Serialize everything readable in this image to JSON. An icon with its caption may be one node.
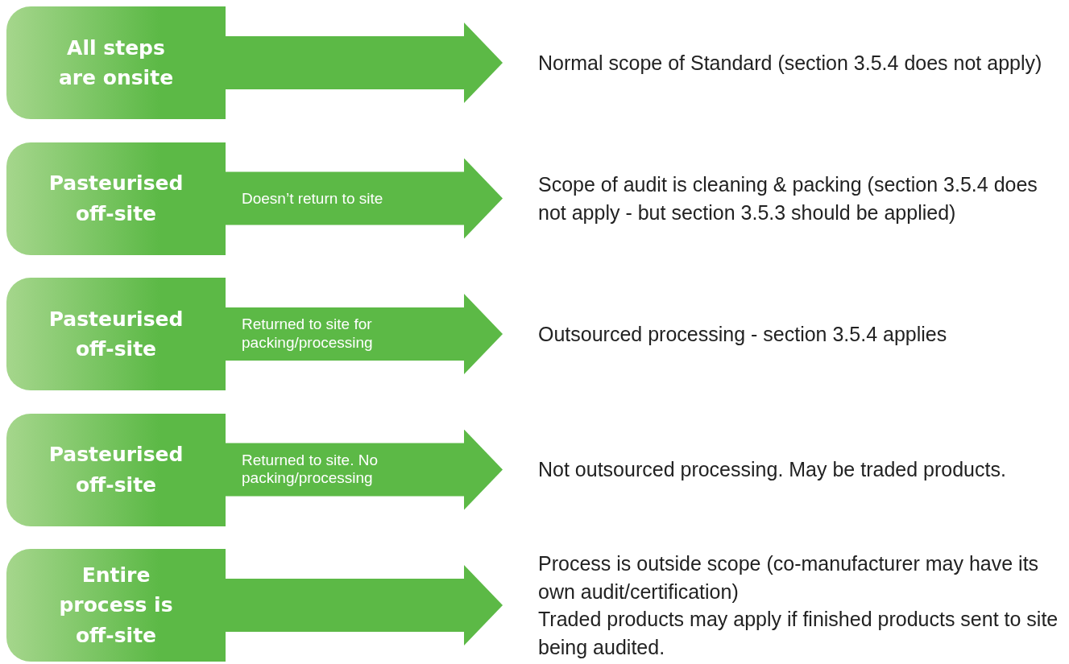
{
  "diagram": {
    "nodes": [
      {
        "text": [
          "All steps are onsite"
        ]
      },
      {
        "text": [
          "Normal scope of Standard (section 3.5.4 does not apply)"
        ]
      },
      {
        "text": [
          "Pasteurised off-site"
        ]
      },
      {
        "text": [
          "Scope of audit is cleaning & packing (section 3.5.4 does not apply - but section 3.5.3 should be applied)"
        ]
      },
      {
        "text": [
          "Pasteurised off-site"
        ]
      },
      {
        "text": [
          "Outsourced processing - section 3.5.4 applies"
        ]
      },
      {
        "text": [
          "Pasteurised off-site"
        ]
      },
      {
        "text": [
          "Not outsourced processing. May be traded products."
        ]
      },
      {
        "text": [
          "Entire process is off-site"
        ]
      },
      {
        "text": [
          "Process is outside scope (co-manufacturer may have its own audit/certification)",
          "Traded products may apply if finished products sent to site being audited."
        ]
      }
    ],
    "edges": [
      {
        "from": 0,
        "to": 1,
        "arrow": "to"
      },
      {
        "from": 2,
        "to": 3,
        "arrow": "to",
        "label": "Doesn’t return to site"
      },
      {
        "from": 4,
        "to": 5,
        "arrow": "to",
        "label": "Returned to site for packing/processing"
      },
      {
        "from": 6,
        "to": 7,
        "arrow": "to",
        "label": "Returned to site. No packing/processing"
      },
      {
        "from": 8,
        "to": 9,
        "arrow": "to"
      }
    ]
  }
}
